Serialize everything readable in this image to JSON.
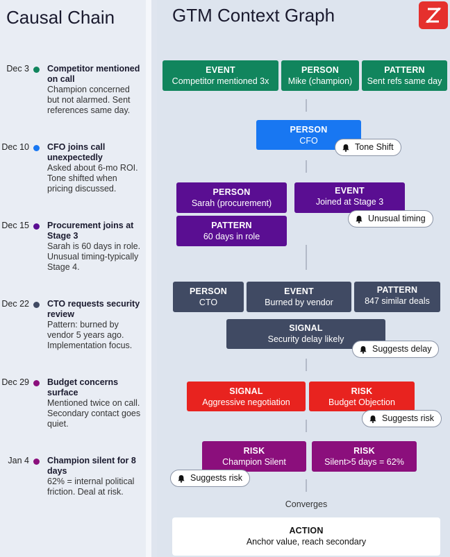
{
  "left": {
    "title": "Causal Chain",
    "timeline": [
      {
        "date": "Dec 3",
        "color": "#11855d",
        "title": "Competitor mentioned on call",
        "desc": "Champion concerned but not alarmed. Sent references same day."
      },
      {
        "date": "Dec 10",
        "color": "#1877f2",
        "title": "CFO joins call unexpectedly",
        "desc": "Asked about 6-mo ROI. Tone shifted when pricing discussed."
      },
      {
        "date": "Dec 15",
        "color": "#5a0e92",
        "title": "Procurement joins at Stage 3",
        "desc": "Sarah is 60 days in role. Unusual timing-typically Stage 4."
      },
      {
        "date": "Dec 22",
        "color": "#404a63",
        "title": "CTO requests security review",
        "desc": "Pattern: burned by vendor 5 years ago. Implementation focus."
      },
      {
        "date": "Dec 29",
        "color": "#8b0f7c",
        "title": "Budget concerns surface",
        "desc": "Mentioned twice on call. Secondary contact goes quiet."
      },
      {
        "date": "Jan 4",
        "color": "#8b0f7c",
        "title": "Champion silent for 8 days",
        "desc": "62% = internal political friction. Deal at risk."
      }
    ]
  },
  "graph": {
    "title": "GTM Context Graph",
    "row1": [
      {
        "type": "EVENT",
        "label": "Competitor mentioned 3x"
      },
      {
        "type": "PERSON",
        "label": "Mike (champion)"
      },
      {
        "type": "PATTERN",
        "label": "Sent refs same day"
      }
    ],
    "row2": [
      {
        "type": "PERSON",
        "label": "CFO"
      }
    ],
    "row2_badge": "Tone Shift",
    "row3": [
      {
        "type": "PERSON",
        "label": "Sarah (procurement)"
      },
      {
        "type": "EVENT",
        "label": "Joined at Stage 3"
      },
      {
        "type": "PATTERN",
        "label": "60 days in role"
      }
    ],
    "row3_badge": "Unusual timing",
    "row4": [
      {
        "type": "PERSON",
        "label": "CTO"
      },
      {
        "type": "EVENT",
        "label": "Burned by vendor"
      },
      {
        "type": "PATTERN",
        "label": "847 similar deals"
      },
      {
        "type": "SIGNAL",
        "label": "Security delay likely"
      }
    ],
    "row4_badge": "Suggests delay",
    "row5": [
      {
        "type": "SIGNAL",
        "label": "Aggressive negotiation"
      },
      {
        "type": "RISK",
        "label": "Budget Objection"
      }
    ],
    "row5_badge": "Suggests risk",
    "row6": [
      {
        "type": "RISK",
        "label": "Champion Silent"
      },
      {
        "type": "RISK",
        "label": "Silent>5 days = 62%"
      }
    ],
    "row6_badge": "Suggests risk",
    "converges": "Converges",
    "action": {
      "type": "ACTION",
      "label": "Anchor value, reach secondary"
    }
  },
  "colors": {
    "event_green": "#11855d",
    "cfo_blue": "#1877f2",
    "procurement_purple": "#5a0e92",
    "cto_slate": "#404a63",
    "budget_red": "#e8231f",
    "champion_magenta": "#8b0f7c",
    "logo_red": "#e5302d"
  },
  "icons": [
    "bell-icon",
    "logo-icon"
  ]
}
